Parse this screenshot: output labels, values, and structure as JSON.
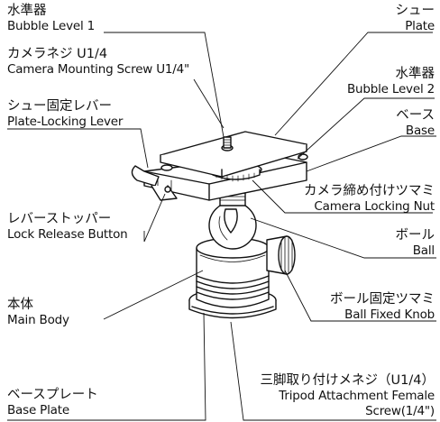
{
  "labels": {
    "bubble_level_1": {
      "ja": "水準器",
      "en": "Bubble Level 1"
    },
    "camera_screw": {
      "ja": "カメラネジ U1/4",
      "en": "Camera Mounting Screw U1/4\""
    },
    "plate_locking_lever": {
      "ja": "シュー固定レバー",
      "en": "Plate-Locking Lever"
    },
    "lock_release_button": {
      "ja": "レバーストッパー",
      "en": "Lock Release Button"
    },
    "main_body": {
      "ja": "本体",
      "en": "Main Body"
    },
    "base_plate": {
      "ja": "ベースプレート",
      "en": "Base Plate"
    },
    "plate": {
      "ja": "シュー",
      "en": "Plate"
    },
    "bubble_level_2": {
      "ja": "水準器",
      "en": "Bubble Level 2"
    },
    "base": {
      "ja": "ベース",
      "en": "Base"
    },
    "camera_locking_nut": {
      "ja": "カメラ締め付けツマミ",
      "en": "Camera Locking Nut"
    },
    "ball": {
      "ja": "ボール",
      "en": "Ball"
    },
    "ball_fixed_knob": {
      "ja": "ボール固定ツマミ",
      "en": "Ball Fixed Knob"
    },
    "tripod_attachment": {
      "ja": "三脚取り付けメネジ（U1/4）",
      "en1": "Tripod Attachment Female",
      "en2": "Screw(1/4\")"
    }
  }
}
